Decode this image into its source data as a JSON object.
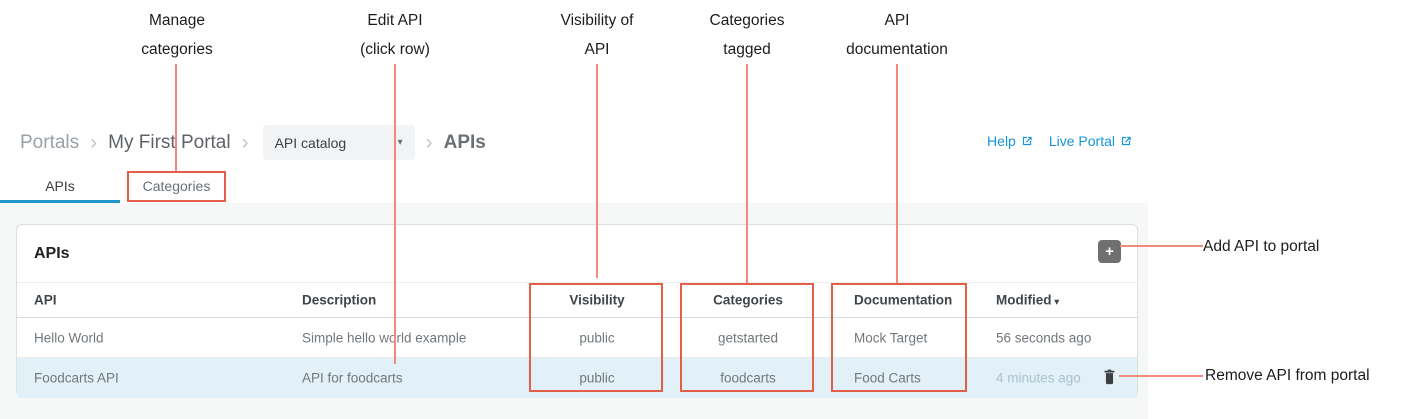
{
  "colors": {
    "annotation_red": "#e2604a",
    "annotation_line": "#f18a7c",
    "link_blue": "#1795d6",
    "tab_blue": "#1e96cc",
    "row_highlight": "#e2f0f7"
  },
  "annotations": {
    "top_labels": [
      {
        "line1": "Manage",
        "line2": "categories"
      },
      {
        "line1": "Edit API",
        "line2": "(click row)"
      },
      {
        "line1": "Visibility of",
        "line2": "API"
      },
      {
        "line1": "Categories",
        "line2": "tagged"
      },
      {
        "line1": "API",
        "line2": "documentation"
      }
    ],
    "add_api_label": "Add API to portal",
    "remove_api_label": "Remove API from portal"
  },
  "breadcrumb": {
    "root": "Portals",
    "portal_name": "My First Portal",
    "dropdown_value": "API catalog",
    "current_page": "APIs"
  },
  "header_links": {
    "help": "Help",
    "live_portal": "Live Portal"
  },
  "tabs": [
    {
      "label": "APIs",
      "active": true
    },
    {
      "label": "Categories",
      "active": false
    }
  ],
  "panel": {
    "title": "APIs",
    "table": {
      "columns": [
        "API",
        "Description",
        "Visibility",
        "Categories",
        "Documentation",
        "Modified"
      ],
      "sort_column": "Modified",
      "rows": [
        {
          "api": "Hello World",
          "description": "Simple hello world example",
          "visibility": "public",
          "categories": "getstarted",
          "documentation": "Mock Target",
          "modified": "56 seconds ago",
          "selected": false
        },
        {
          "api": "Foodcarts API",
          "description": "API for foodcarts",
          "visibility": "public",
          "categories": "foodcarts",
          "documentation": "Food Carts",
          "modified": "4 minutes ago",
          "selected": true
        }
      ]
    }
  },
  "icons": {
    "add": "+",
    "sort_desc": "▾",
    "dropdown_caret": "▾",
    "breadcrumb_separator": "›"
  }
}
